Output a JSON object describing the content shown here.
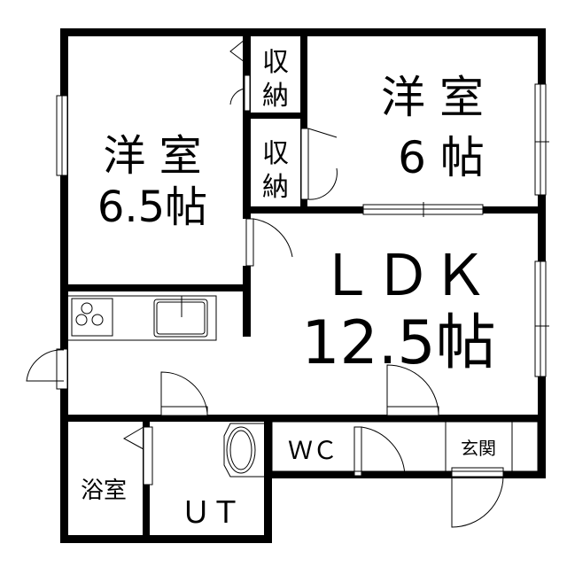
{
  "rooms": {
    "western_left": {
      "name": "洋 室",
      "size": "6.5帖"
    },
    "western_right": {
      "name": "洋 室",
      "size": "6 帖"
    },
    "storage_top": {
      "line1": "収",
      "line2": "納"
    },
    "storage_bottom": {
      "line1": "収",
      "line2": "納"
    },
    "ldk": {
      "name": "ＬＤＫ",
      "size": "12.5帖"
    },
    "bath": {
      "name": "浴室"
    },
    "utility": {
      "name": "ＵＴ"
    },
    "toilet": {
      "name": "ＷＣ"
    },
    "entrance": {
      "name": "玄関"
    }
  }
}
